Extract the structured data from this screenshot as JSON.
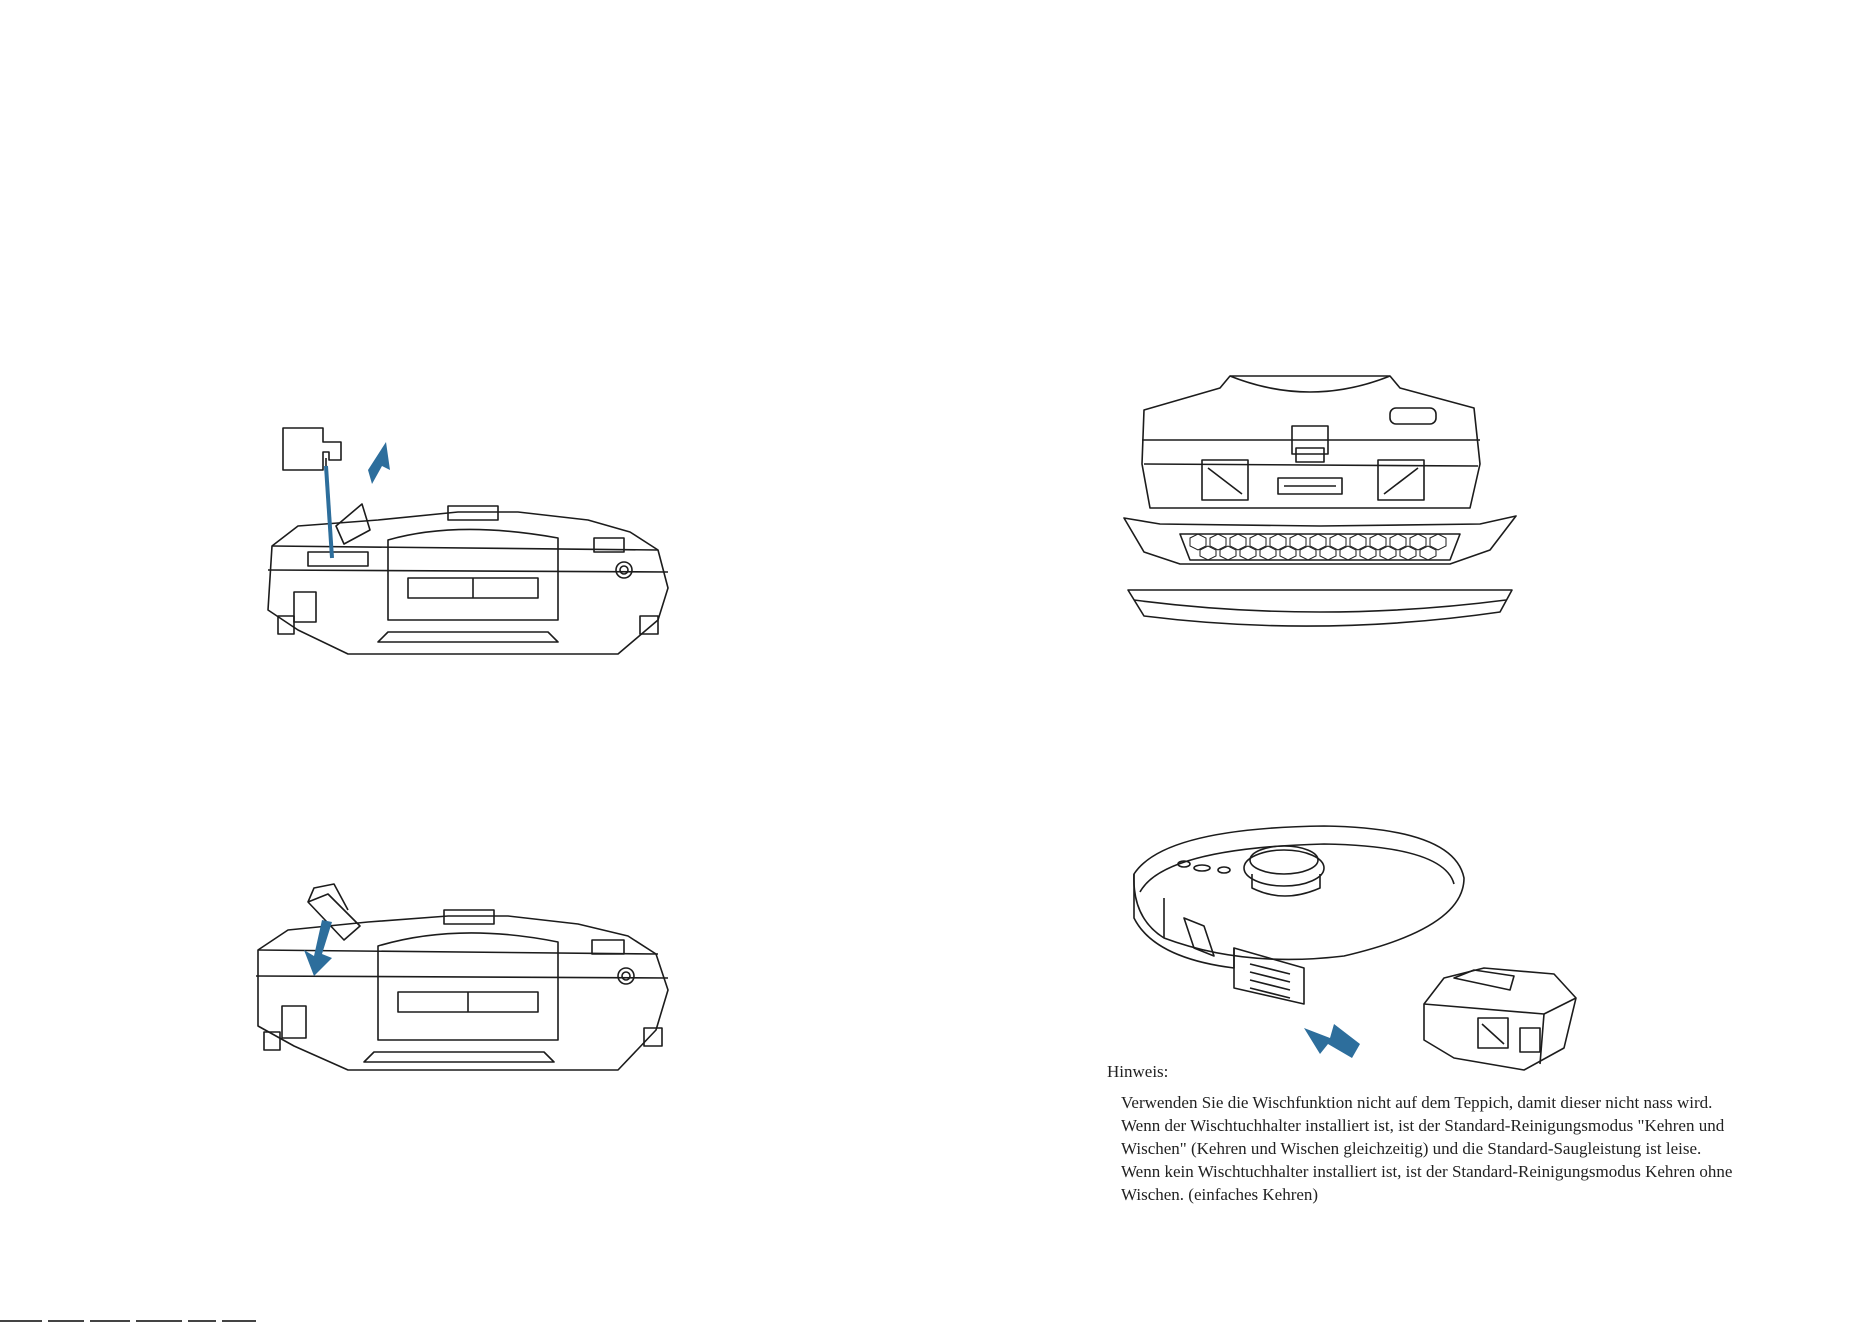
{
  "colors": {
    "line_art": "#1c1c1c",
    "arrow_blue": "#2d6e9c",
    "page_background": "#ffffff"
  },
  "illustrations": [
    {
      "name": "water-tank-filling",
      "icon": "robot-water-tank-fill-icon"
    },
    {
      "name": "water-tank-insertion",
      "icon": "robot-water-tank-insert-icon"
    },
    {
      "name": "mop-holder-parts",
      "icon": "mop-holder-exploded-icon"
    },
    {
      "name": "mop-holder-mounting",
      "icon": "robot-mop-mount-icon"
    }
  ],
  "note": {
    "title": "Hinweis:",
    "lines": [
      "Verwenden Sie die Wischfunktion nicht auf dem Teppich, damit dieser nicht nass wird.",
      "Wenn der Wischtuchhalter installiert ist, ist der Standard-Reinigungsmodus \"Kehren und",
      "Wischen\" (Kehren und Wischen gleichzeitig) und die Standard-Saugleistung ist leise.",
      "Wenn kein Wischtuchhalter installiert ist, ist der Standard-Reinigungsmodus Kehren ohne",
      "Wischen. (einfaches Kehren)"
    ]
  }
}
